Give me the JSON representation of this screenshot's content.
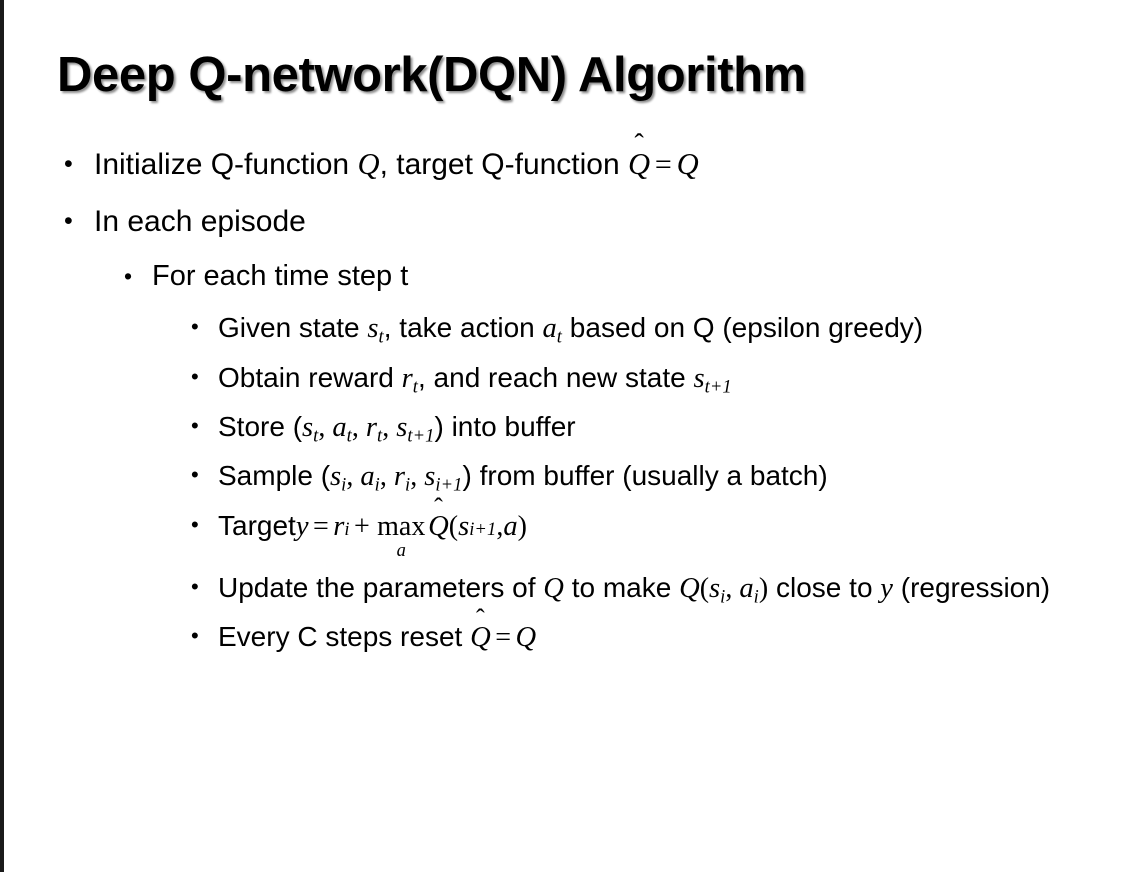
{
  "slide": {
    "title": "Deep Q-network(DQN) Algorithm",
    "background_color": "#ffffff",
    "text_color": "#000000",
    "edge_bar_color": "#1a1a1a",
    "bullet_glyph": "•"
  },
  "content": {
    "b1": {
      "pre": "Initialize Q-function ",
      "var_q1": "Q",
      "mid": ", target Q-function ",
      "qhat": "Q",
      "hat": "̂",
      "eq": "=",
      "var_q2": "Q"
    },
    "b2": {
      "text": "In each episode"
    },
    "b3": {
      "text": "For each time step t"
    },
    "b4": {
      "pre": "Given state ",
      "s": "s",
      "s_sub": "t",
      "mid": ", take action ",
      "a": "a",
      "a_sub": "t",
      "post": " based on Q (epsilon greedy)"
    },
    "b5": {
      "pre": "Obtain reward ",
      "r": "r",
      "r_sub": "t",
      "mid": ", and reach new state ",
      "s": "s",
      "s_sub": "t+1"
    },
    "b6": {
      "pre": "Store (",
      "s1": "s",
      "s1_sub": "t",
      "c1": ", ",
      "a1": "a",
      "a1_sub": "t",
      "c2": ", ",
      "r1": "r",
      "r1_sub": "t",
      "c3": ", ",
      "s2": "s",
      "s2_sub": "t+1",
      "post": ") into buffer"
    },
    "b7": {
      "pre": "Sample (",
      "s1": "s",
      "s1_sub": "i",
      "c1": ", ",
      "a1": "a",
      "a1_sub": "i",
      "c2": ", ",
      "r1": "r",
      "r1_sub": "i",
      "c3": ", ",
      "s2": "s",
      "s2_sub": "i+1",
      "post": ") from buffer (usually a batch)"
    },
    "b8": {
      "pre": "Target ",
      "y": "y",
      "eq": "=",
      "r": "r",
      "r_sub": "i",
      "plus": "+",
      "max": "max",
      "max_under": "a",
      "qhat": "Q",
      "hat": "̂",
      "open": "(",
      "s": "s",
      "s_sub": "i+1",
      "comma": ", ",
      "a": "a",
      "close": ")"
    },
    "b9": {
      "pre": "Update the parameters of ",
      "q1": "Q",
      "mid": " to make ",
      "q2": "Q",
      "open": "(",
      "s": "s",
      "s_sub": "i",
      "comma": ", ",
      "a": "a",
      "a_sub": "i",
      "close": ")",
      "post": " close to ",
      "y": "y",
      "tail": " (regression)"
    },
    "b10": {
      "pre": "Every C steps reset ",
      "qhat": "Q",
      "hat": "̂",
      "eq": "=",
      "q": "Q"
    }
  }
}
